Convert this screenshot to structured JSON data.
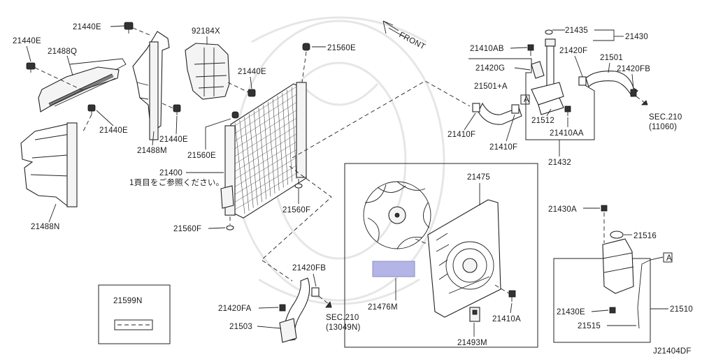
{
  "diagram": {
    "code": "J21404DF",
    "front_label": "FRONT",
    "box_marker": "A",
    "highlight_color": "#b4b4e6"
  },
  "labels": {
    "p21440E_top": "21440E",
    "p21440E_left": "21440E",
    "p21488Q": "21488Q",
    "p21440E_mid": "21440E",
    "p21440E_bracket": "21440E",
    "p21488M": "21488M",
    "p21488N": "21488N",
    "p92184X": "92184X",
    "p21440E_duct": "21440E",
    "p21560E_top": "21560E",
    "p21560E_left": "21560E",
    "p21400": "21400",
    "p21400_note": "1頁目をご参照ください。",
    "p21560F_right": "21560F",
    "p21560F_left": "21560F",
    "p21435": "21435",
    "p21430": "21430",
    "p21410AB": "21410AB",
    "p21420F": "21420F",
    "p21501": "21501",
    "p21420G": "21420G",
    "p21420FB_top": "21420FB",
    "p21501A": "21501+A",
    "p21512": "21512",
    "p21410F_left": "21410F",
    "p21410AA": "21410AA",
    "p21410F_bottom": "21410F",
    "p21432": "21432",
    "sec210_top": "SEC.210",
    "sec210_top_sub": "(11060)",
    "p21475": "21475",
    "p21476M": "21476M",
    "p21410A": "21410A",
    "p21493M": "21493M",
    "p21430A": "21430A",
    "p21516": "21516",
    "p21430E": "21430E",
    "p21510": "21510",
    "p21515": "21515",
    "p21420FB_bottom": "21420FB",
    "p21420FA": "21420FA",
    "p21503": "21503",
    "sec210_bottom": "SEC.210",
    "sec210_bottom_sub": "(13049N)",
    "p21599N": "21599N"
  }
}
